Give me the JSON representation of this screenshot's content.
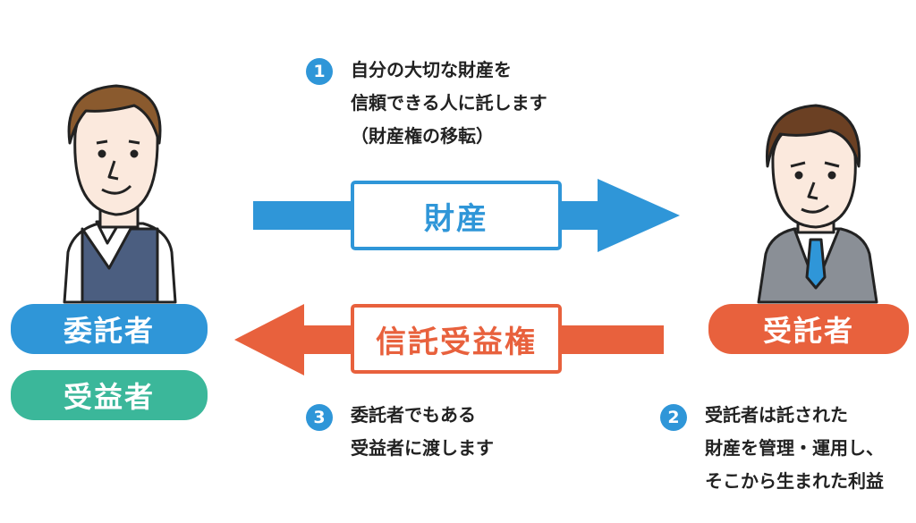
{
  "colors": {
    "blue": "#2f96d8",
    "orange": "#e8613d",
    "green": "#3bb79a",
    "suit": "#8a8f96",
    "vest": "#4b5e80",
    "hair": "#8a5a2e"
  },
  "step1": {
    "number": "1",
    "lines": [
      "自分の大切な財産を",
      "信頼できる人に託します",
      "（財産権の移転）"
    ]
  },
  "step2": {
    "number": "2",
    "lines": [
      "受託者は託された",
      "財産を管理・運用し、",
      "そこから生まれた利益"
    ]
  },
  "step3": {
    "number": "3",
    "lines": [
      "委託者でもある",
      "受益者に渡します"
    ]
  },
  "arrow_property": {
    "label": "財産"
  },
  "arrow_beneficial": {
    "label": "信託受益権"
  },
  "settlor": {
    "label": "委託者"
  },
  "beneficiary": {
    "label": "受益者"
  },
  "trustee": {
    "label": "受託者"
  }
}
